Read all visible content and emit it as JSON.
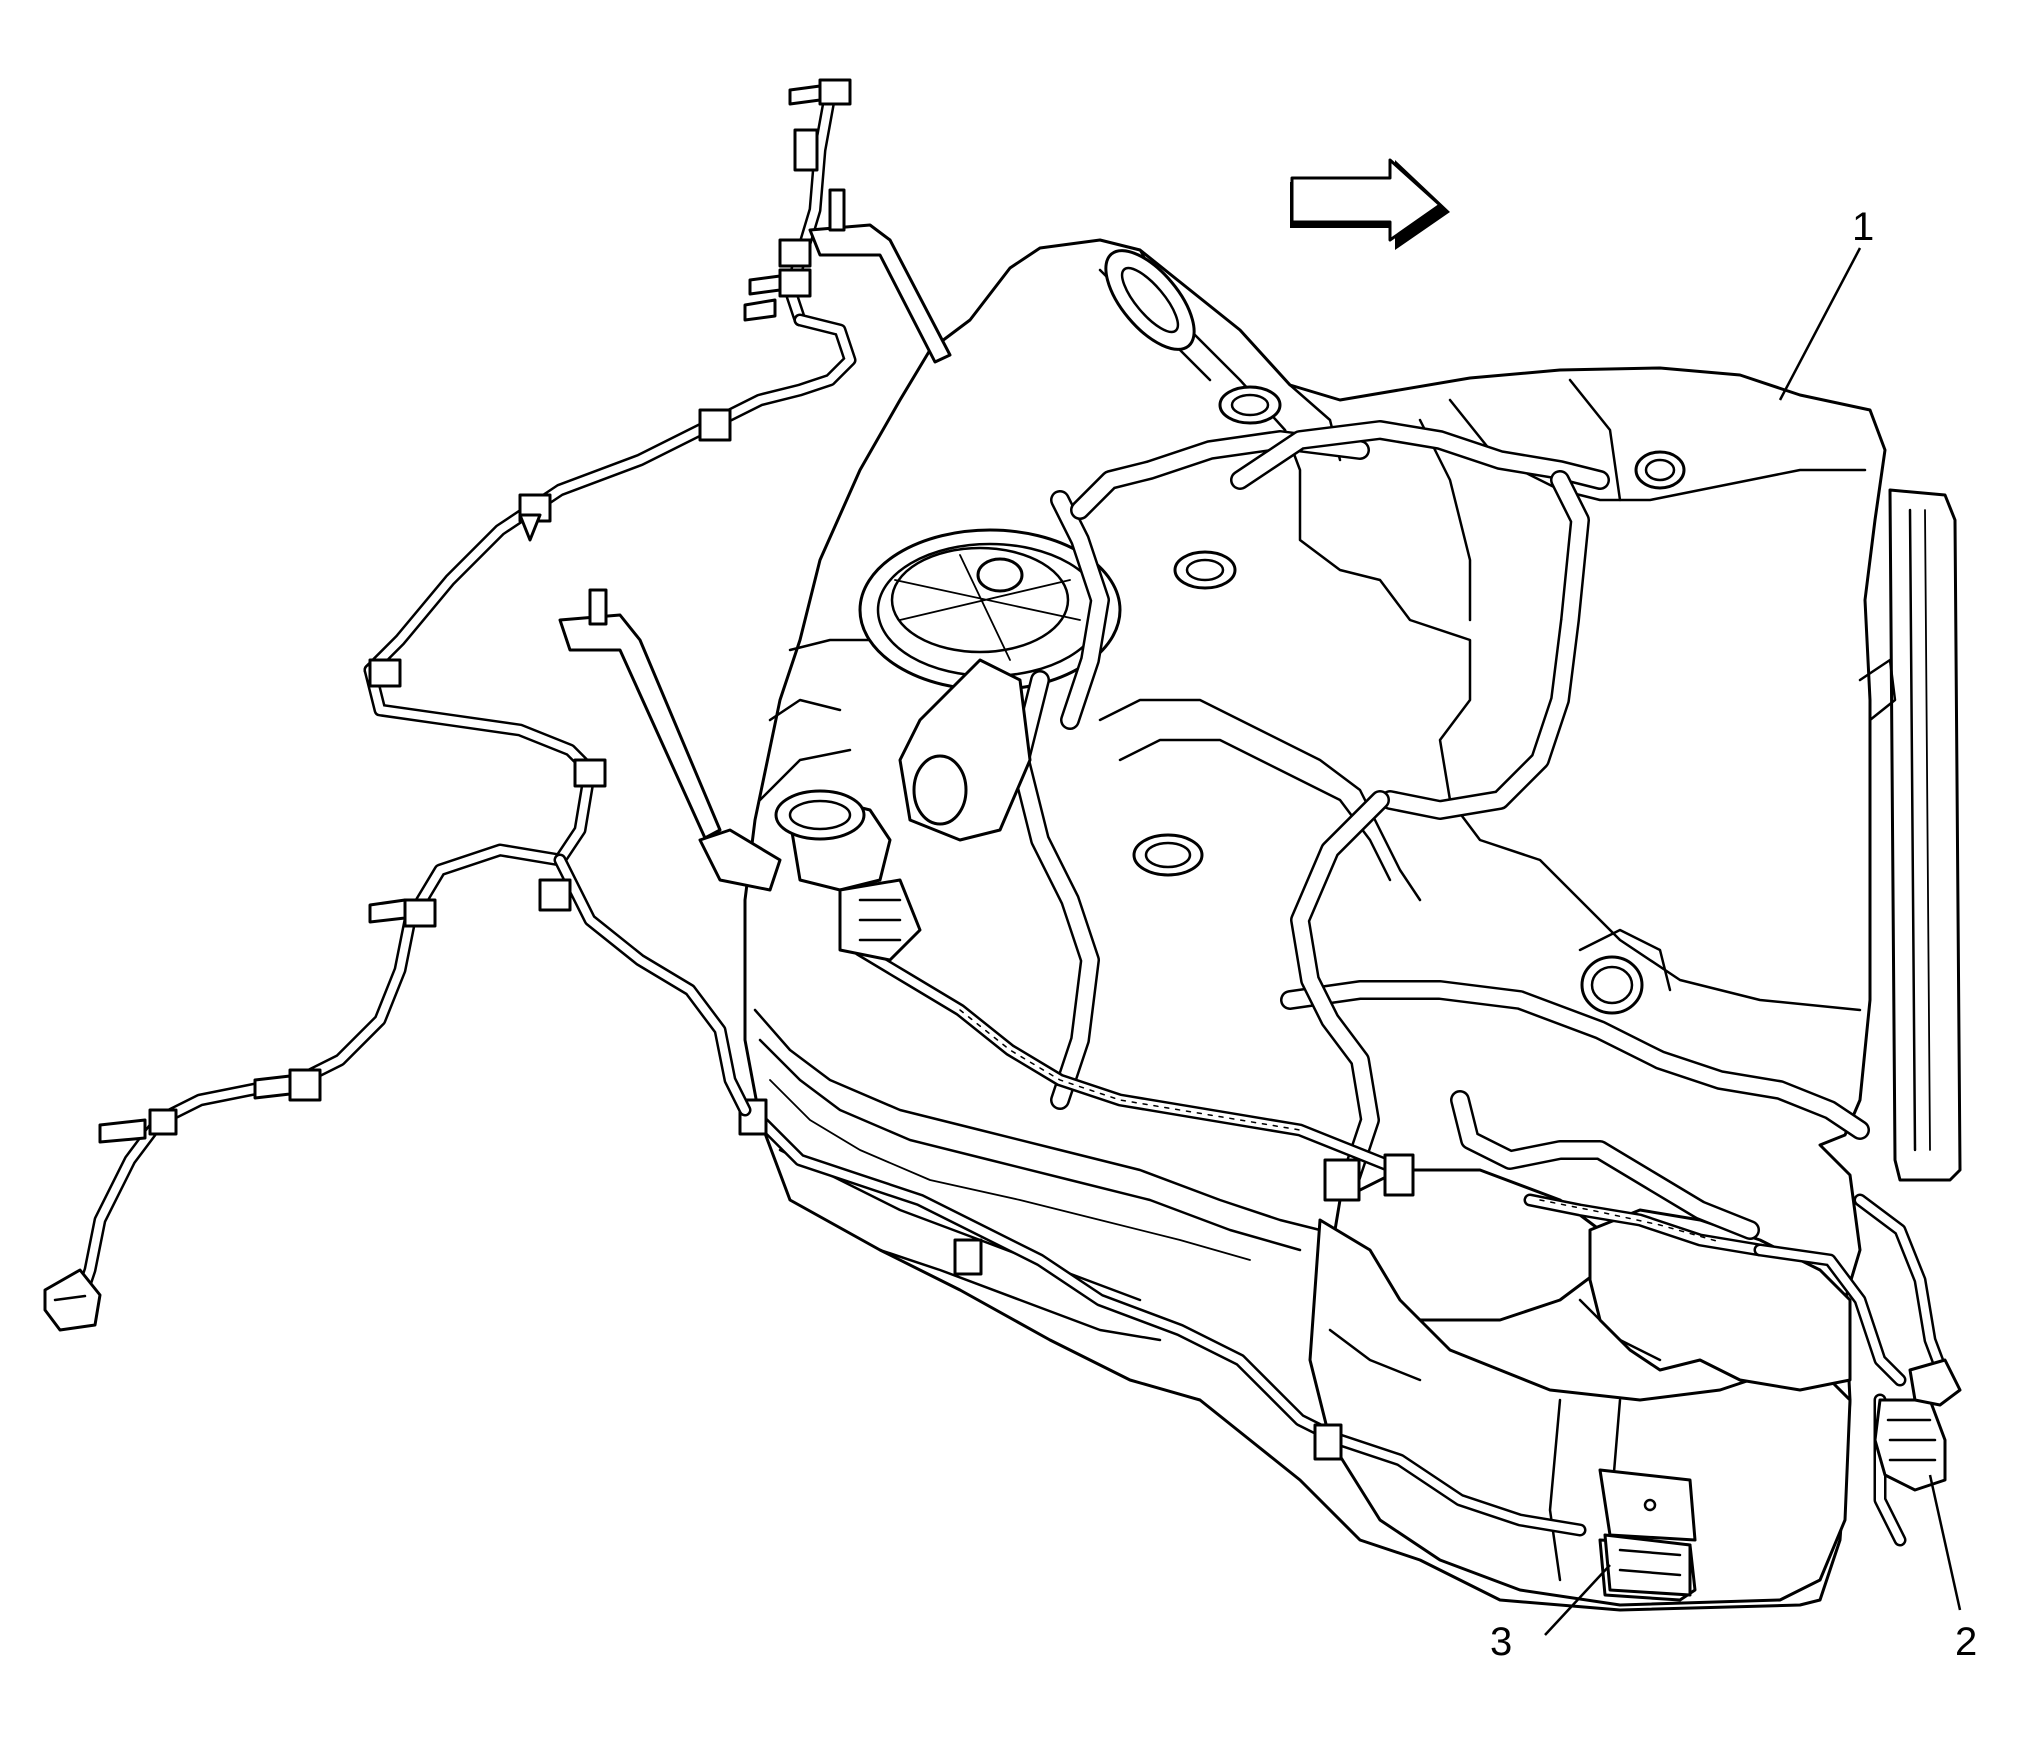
{
  "figure": {
    "direction_arrow": "right-arrow-icon",
    "callouts": [
      {
        "number": "1"
      },
      {
        "number": "2"
      },
      {
        "number": "3"
      }
    ]
  }
}
